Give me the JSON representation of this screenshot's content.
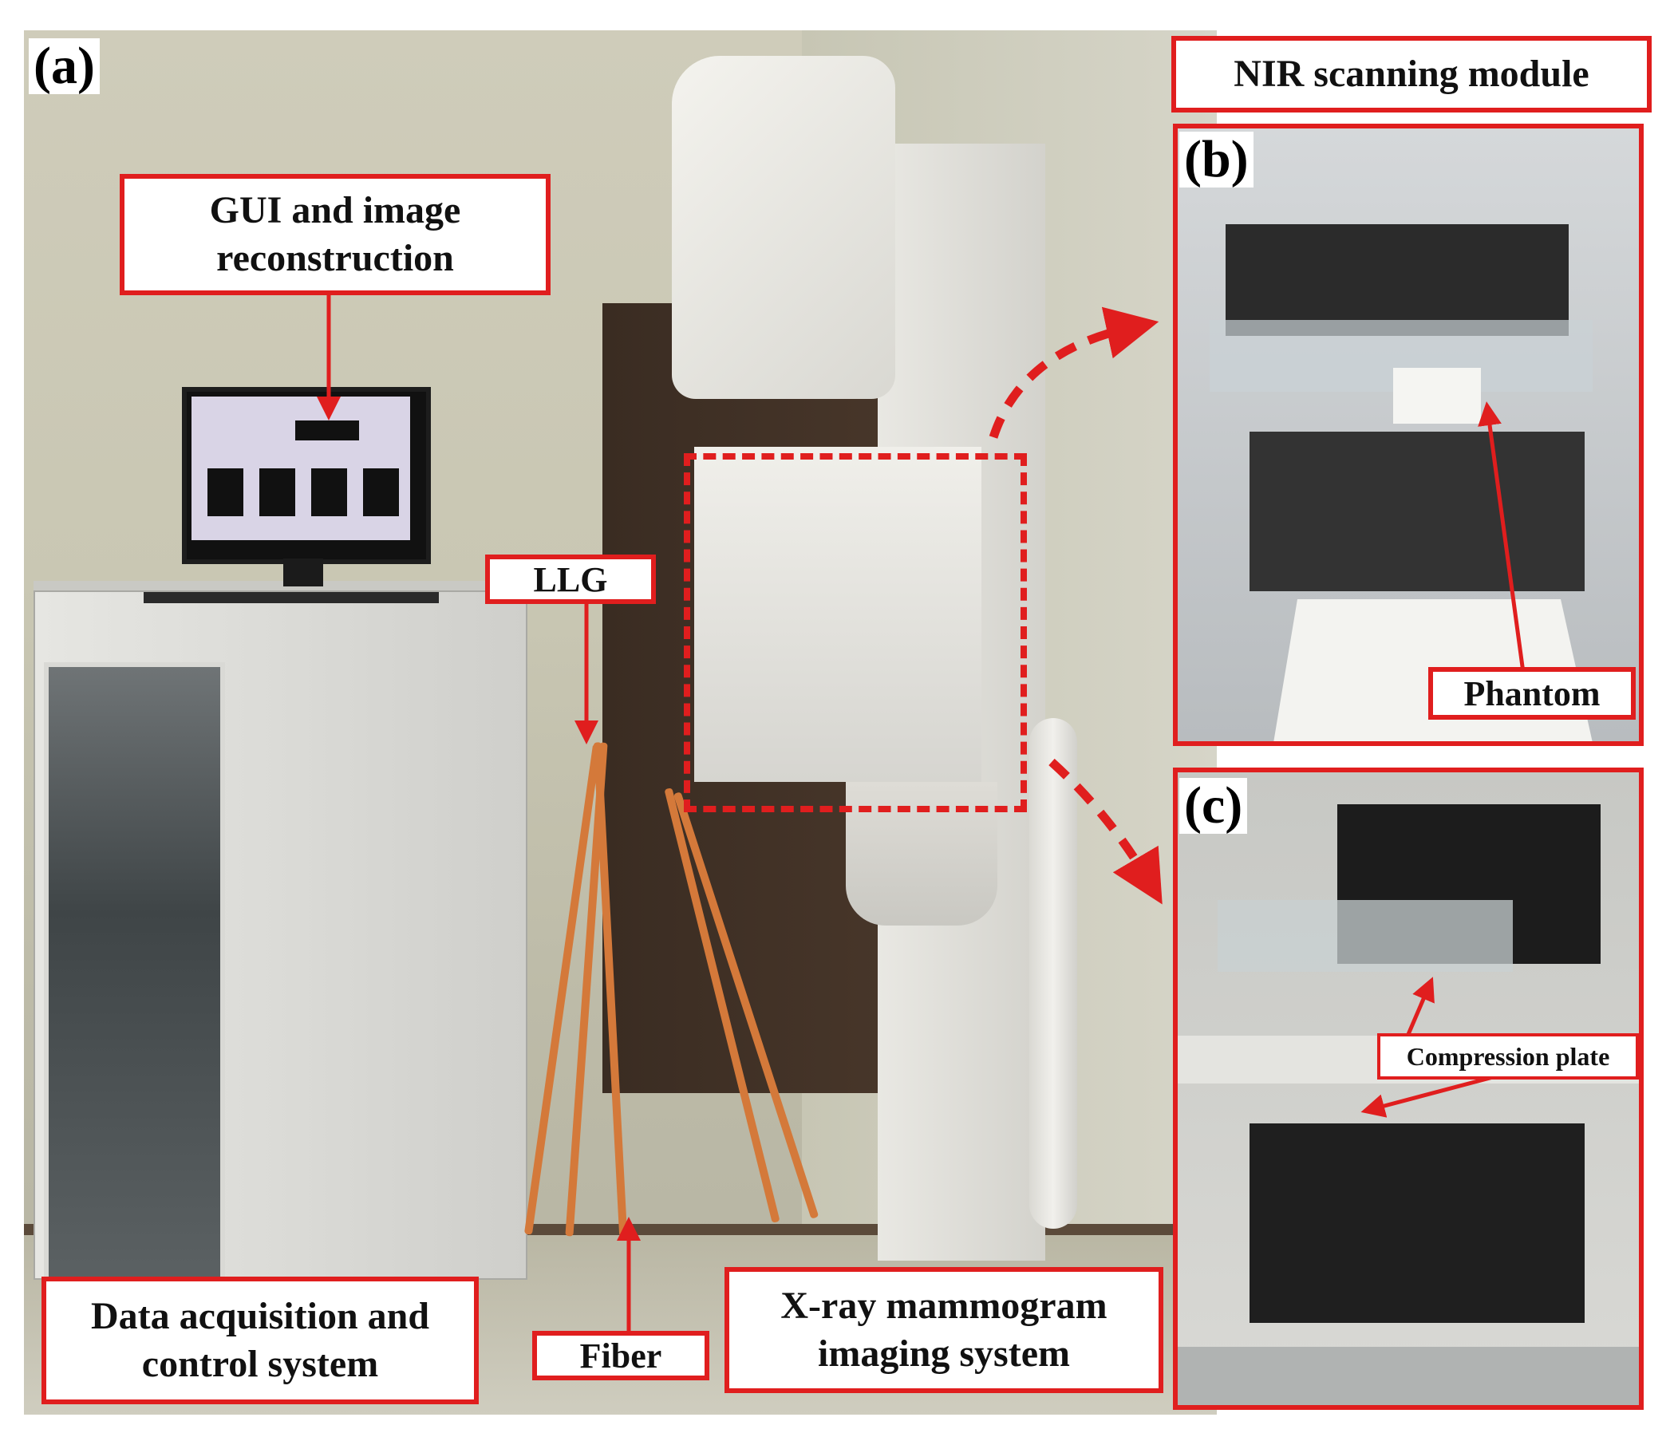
{
  "panels": {
    "a": "(a)",
    "b": "(b)",
    "c": "(c)"
  },
  "labels": {
    "gui": "GUI and image reconstruction",
    "llg": "LLG",
    "data_acq": "Data acquisition and control system",
    "fiber": "Fiber",
    "xray": "X-ray mammogram imaging system",
    "nir": "NIR scanning module",
    "phantom": "Phantom",
    "compression": "Compression plate"
  },
  "colors": {
    "annotation_red": "#e01e1e",
    "label_background": "#ffffff"
  }
}
